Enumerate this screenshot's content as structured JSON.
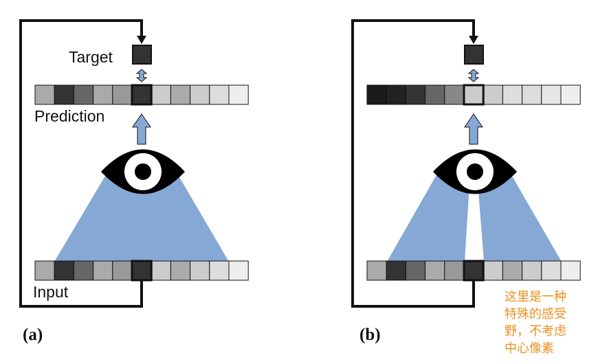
{
  "panel_a": {
    "label": "(a)",
    "target_label": "Target",
    "prediction_label": "Prediction",
    "input_label": "Input",
    "prediction_cells": [
      "#aaaaaa",
      "#333333",
      "#666666",
      "#aaaaaa",
      "#999999",
      "#333333",
      "#cccccc",
      "#aaaaaa",
      "#cccccc",
      "#dddddd",
      "#eeeeee"
    ],
    "input_cells": [
      "#aaaaaa",
      "#333333",
      "#666666",
      "#aaaaaa",
      "#999999",
      "#333333",
      "#cccccc",
      "#aaaaaa",
      "#cccccc",
      "#dddddd",
      "#eeeeee"
    ],
    "target_color": "#333333"
  },
  "panel_b": {
    "label": "(b)",
    "prediction_cells": [
      "#1a1a1a",
      "#222222",
      "#333333",
      "#666666",
      "#888888",
      "#cccccc",
      "#cccccc",
      "#dddddd",
      "#dddddd",
      "#e6e6e6",
      "#eeeeee"
    ],
    "input_cells": [
      "#aaaaaa",
      "#333333",
      "#666666",
      "#aaaaaa",
      "#999999",
      "#333333",
      "#cccccc",
      "#aaaaaa",
      "#cccccc",
      "#dddddd",
      "#eeeeee"
    ],
    "target_color": "#333333",
    "annotation_lines": [
      "这里是一种",
      "特殊的感受",
      "野，不考虑",
      "中心像素"
    ]
  },
  "colors": {
    "receptive_field": "#86a8d4",
    "arrow": "#86a8d4",
    "line": "#111111"
  }
}
